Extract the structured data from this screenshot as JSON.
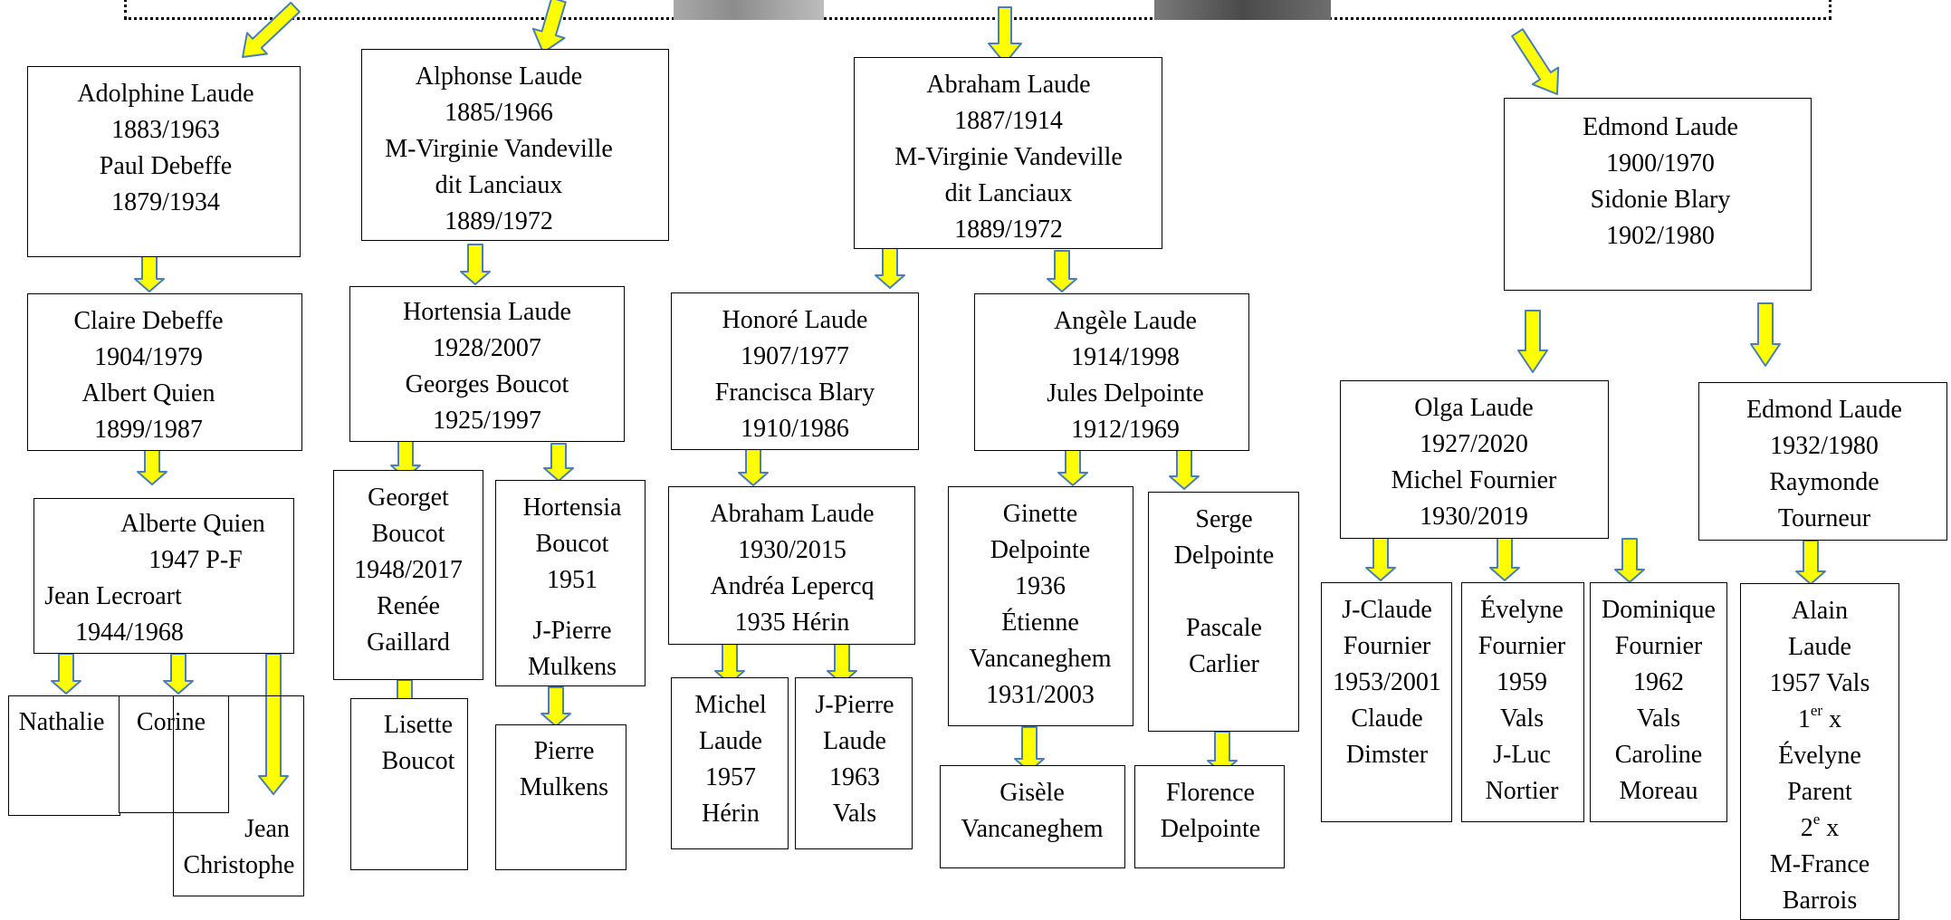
{
  "colors": {
    "arrow_fill": "#ffff00",
    "arrow_stroke": "#4a7eb8",
    "box_border": "#000000"
  },
  "people": {
    "adolphine": {
      "lines": [
        "Adolphine Laude",
        "1883/1963",
        "Paul Debeffe",
        "1879/1934"
      ]
    },
    "alphonse": {
      "lines": [
        "Alphonse Laude",
        "1885/1966",
        "M-Virginie Vandeville",
        "dit Lanciaux",
        "1889/1972"
      ]
    },
    "abraham": {
      "lines": [
        "Abraham Laude",
        "1887/1914",
        "M-Virginie Vandeville",
        "dit Lanciaux",
        "1889/1972"
      ]
    },
    "edmond_1900": {
      "lines": [
        "Edmond Laude",
        "1900/1970",
        "Sidonie Blary",
        "1902/1980"
      ]
    },
    "claire": {
      "lines": [
        "Claire Debeffe",
        "1904/1979",
        "Albert Quien",
        "1899/1987"
      ]
    },
    "hortensia_1928": {
      "lines": [
        "Hortensia Laude",
        "1928/2007",
        "Georges Boucot",
        "1925/1997"
      ]
    },
    "honore": {
      "lines": [
        "Honoré Laude",
        "1907/1977",
        "Francisca Blary",
        "1910/1986"
      ]
    },
    "angele": {
      "lines": [
        "Angèle Laude",
        "1914/1998",
        "Jules Delpointe",
        "1912/1969"
      ]
    },
    "olga": {
      "lines": [
        "Olga Laude",
        "1927/2020",
        "Michel Fournier",
        "1930/2019"
      ]
    },
    "edmond_1932": {
      "lines": [
        "Edmond Laude",
        "1932/1980",
        "Raymonde",
        "Tourneur"
      ]
    },
    "alberte": {
      "lines": [
        "Alberte Quien",
        "1947 P-F",
        "Jean Lecroart",
        "1944/1968"
      ]
    },
    "georget": {
      "lines": [
        "Georget",
        "Boucot",
        "1948/2017",
        "Renée",
        "Gaillard"
      ]
    },
    "hortensia_boucot": {
      "lines": [
        "Hortensia",
        "Boucot",
        "1951",
        "J-Pierre",
        "Mulkens"
      ]
    },
    "abraham_1930": {
      "lines": [
        "Abraham Laude",
        "1930/2015",
        "Andréa Lepercq",
        "1935 Hérin"
      ]
    },
    "ginette": {
      "lines": [
        "Ginette",
        "Delpointe",
        "1936",
        "Étienne",
        "Vancaneghem",
        "1931/2003"
      ]
    },
    "serge": {
      "lines": [
        "Serge",
        "Delpointe",
        "Pascale",
        "Carlier"
      ]
    },
    "jclaude": {
      "lines": [
        "J-Claude",
        "Fournier",
        "1953/2001",
        "Claude",
        "Dimster"
      ]
    },
    "evelyne_f": {
      "lines": [
        "Évelyne",
        "Fournier",
        "1959",
        "Vals",
        "J-Luc",
        "Nortier"
      ]
    },
    "dominique": {
      "lines": [
        "Dominique",
        "Fournier",
        "1962",
        "Vals",
        "Caroline",
        "Moreau"
      ]
    },
    "alain": {
      "lines": [
        "Alain",
        "Laude",
        "1957 Vals"
      ],
      "first_marriage_num": "1",
      "first_marriage_sup": "er",
      "first_marriage_suffix": " x",
      "first_spouse": [
        "Évelyne",
        "Parent"
      ],
      "second_marriage_num": "2",
      "second_marriage_sup": "e",
      "second_marriage_suffix": " x",
      "second_spouse": [
        "M-France",
        "Barrois"
      ]
    },
    "nathalie": {
      "lines": [
        "Nathalie"
      ]
    },
    "corine": {
      "lines": [
        "Corine"
      ]
    },
    "jean_christophe": {
      "lines": [
        "Jean",
        "Christophe"
      ]
    },
    "lisette": {
      "lines": [
        "Lisette",
        "Boucot"
      ]
    },
    "pierre": {
      "lines": [
        "Pierre",
        "Mulkens"
      ]
    },
    "michel": {
      "lines": [
        "Michel",
        "Laude",
        "1957",
        "Hérin"
      ]
    },
    "jpierre": {
      "lines": [
        "J-Pierre",
        "Laude",
        "1963",
        "Vals"
      ]
    },
    "gisele": {
      "lines": [
        "Gisèle",
        "Vancaneghem"
      ]
    },
    "florence": {
      "lines": [
        "Florence",
        "Delpointe"
      ]
    }
  }
}
